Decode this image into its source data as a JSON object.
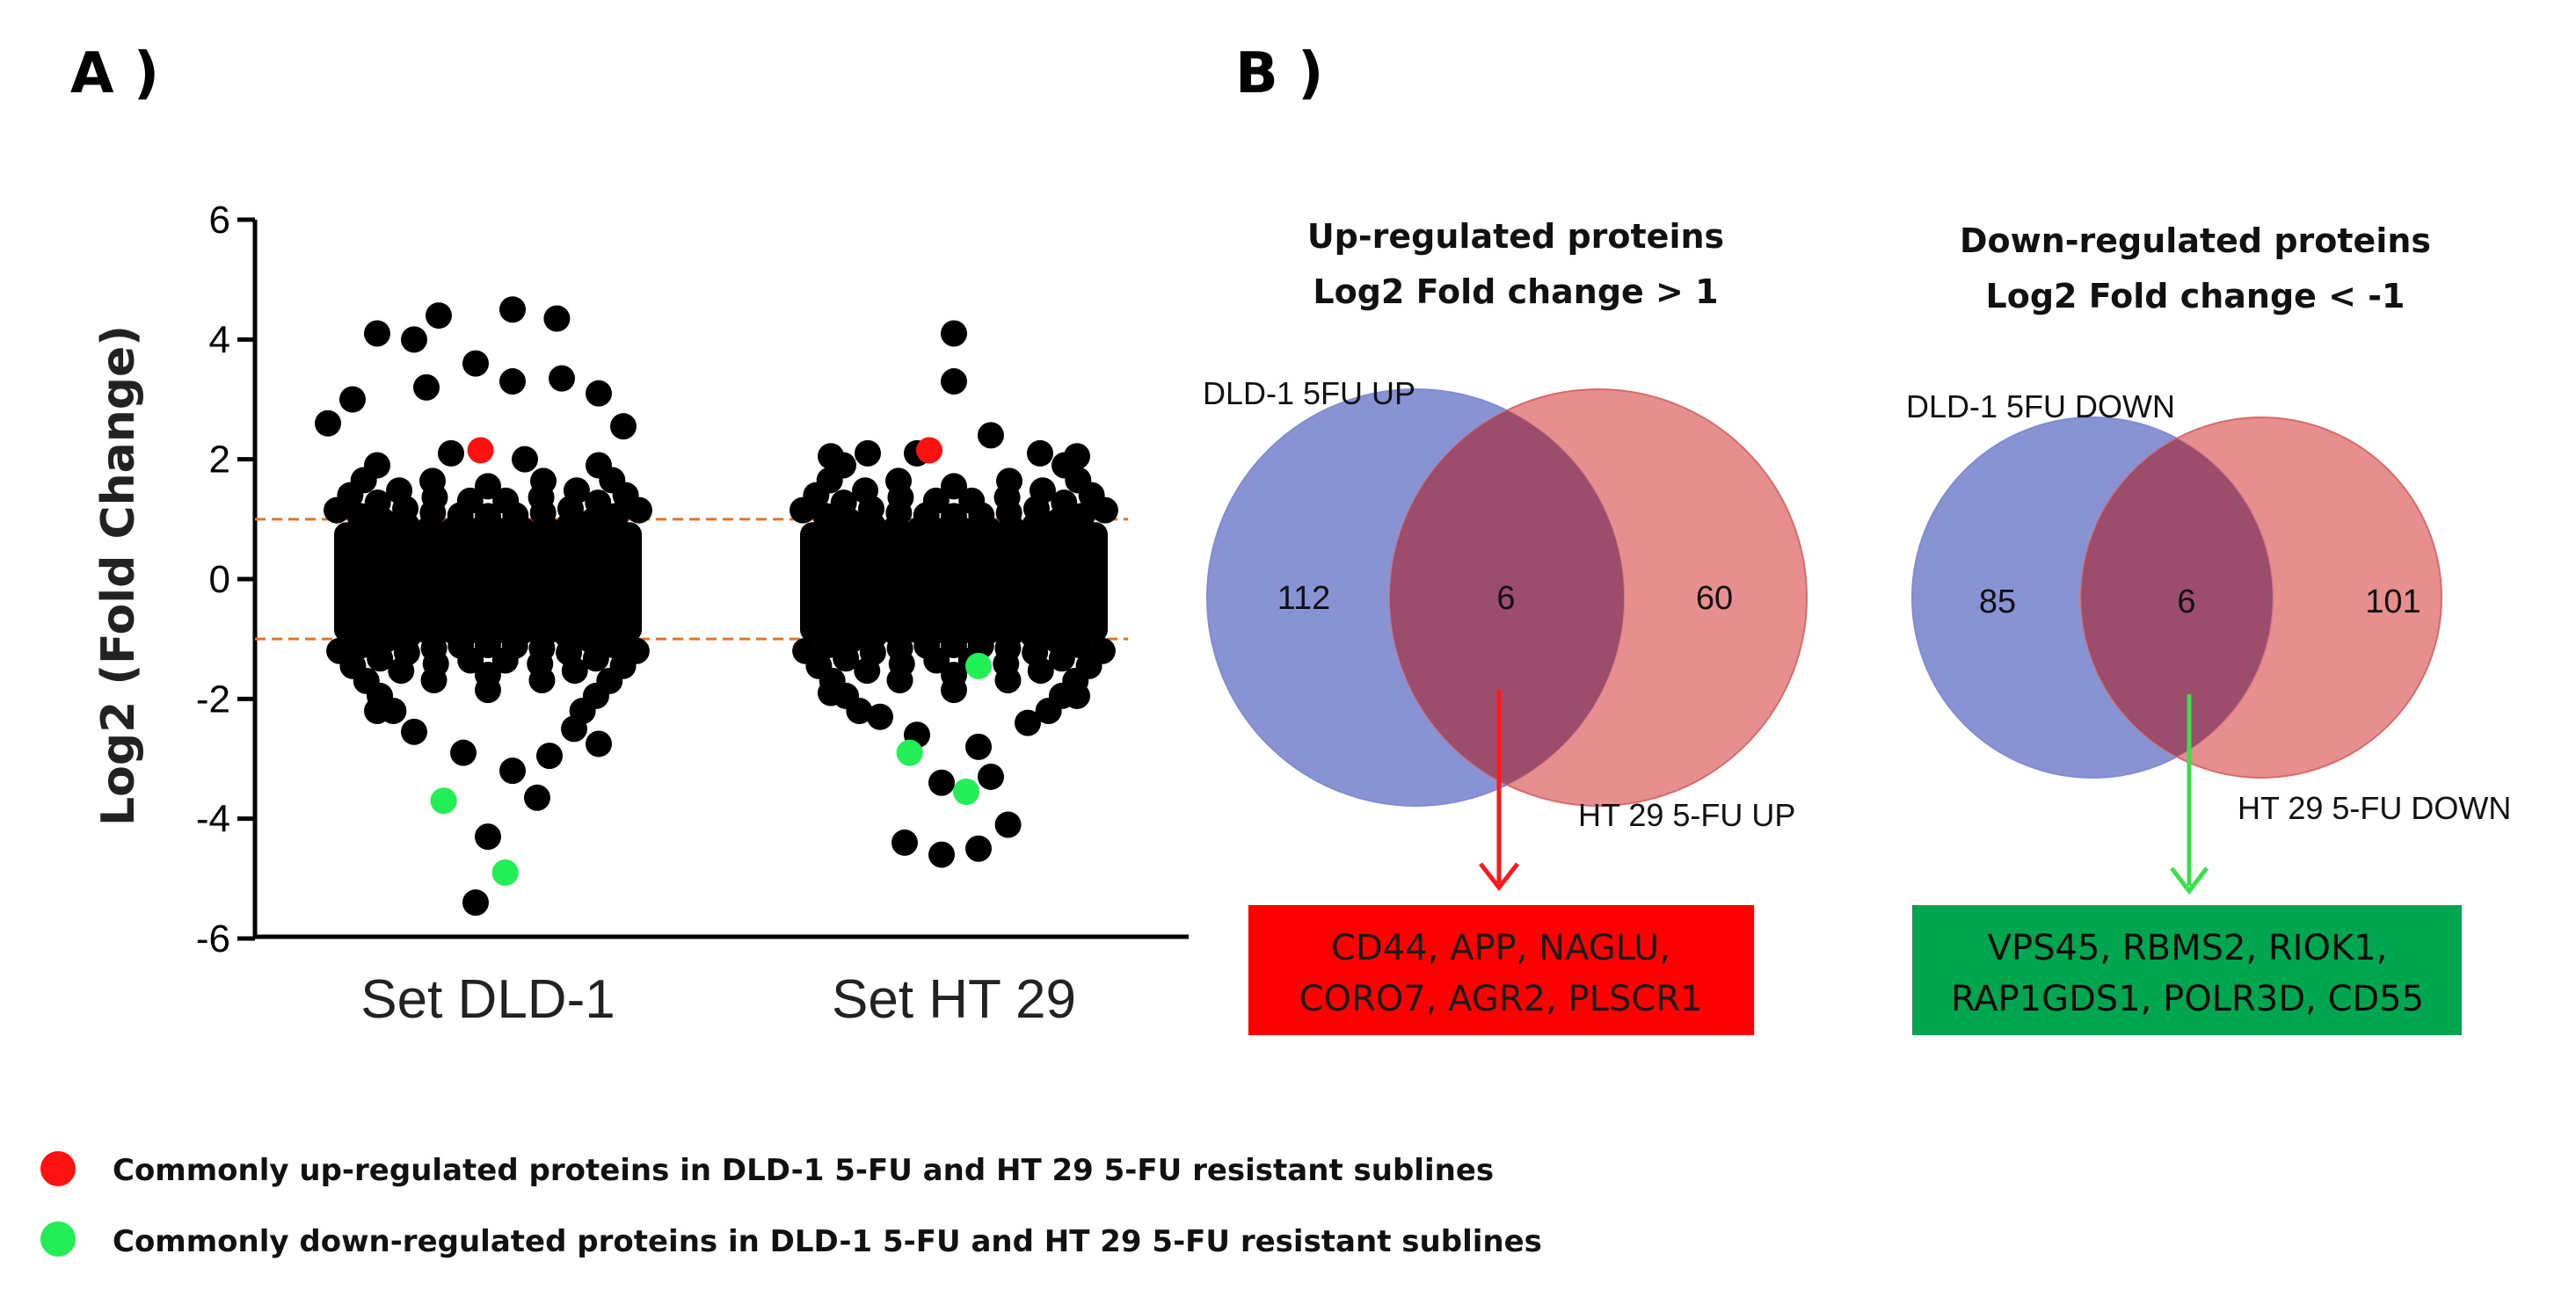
{
  "panels": {
    "a_label": "A )",
    "b_label": "B )"
  },
  "colors": {
    "up": "#ff1111",
    "down": "#22ee55",
    "dots": "#000000",
    "threshold": "#e8731a",
    "venn_left": "#6674c8",
    "venn_right": "#e06e6e",
    "box_up": "#ff0000",
    "box_down": "#00a550"
  },
  "chart_data": {
    "type": "scatter",
    "ylabel": "Log2 (Fold Change)",
    "ylim": [
      -6,
      6
    ],
    "yticks": [
      6,
      4,
      2,
      0,
      -2,
      -4,
      -6
    ],
    "categories": [
      "Set DLD-1",
      "Set HT 29"
    ],
    "thresholds": [
      1,
      -1
    ],
    "series": [
      {
        "category": "Set DLD-1",
        "outliers": [
          {
            "dx": -0.45,
            "y": 4.1
          },
          {
            "dx": -0.3,
            "y": 4.0
          },
          {
            "dx": -0.2,
            "y": 4.4
          },
          {
            "dx": -0.05,
            "y": 3.6
          },
          {
            "dx": 0.1,
            "y": 4.5
          },
          {
            "dx": 0.28,
            "y": 4.35
          },
          {
            "dx": -0.55,
            "y": 3.0
          },
          {
            "dx": -0.25,
            "y": 3.2
          },
          {
            "dx": 0.1,
            "y": 3.3
          },
          {
            "dx": 0.3,
            "y": 3.35
          },
          {
            "dx": -0.65,
            "y": 2.6
          },
          {
            "dx": 0.45,
            "y": 3.1
          },
          {
            "dx": 0.55,
            "y": 2.55
          },
          {
            "dx": -0.15,
            "y": 2.1
          },
          {
            "dx": 0.15,
            "y": 2.0
          },
          {
            "dx": -0.3,
            "y": -2.55
          },
          {
            "dx": -0.1,
            "y": -2.9
          },
          {
            "dx": 0.1,
            "y": -3.2
          },
          {
            "dx": 0.25,
            "y": -2.95
          },
          {
            "dx": 0.45,
            "y": -2.75
          },
          {
            "dx": -0.45,
            "y": -2.2
          },
          {
            "dx": 0.2,
            "y": -3.65
          },
          {
            "dx": 0.0,
            "y": -4.3
          },
          {
            "dx": -0.05,
            "y": -5.4
          },
          {
            "dx": 0.35,
            "y": -2.5
          }
        ],
        "up_highlight": [
          {
            "dx": -0.03,
            "y": 2.15
          }
        ],
        "down_highlight": [
          {
            "dx": -0.18,
            "y": -3.7
          },
          {
            "dx": 0.07,
            "y": -4.9
          }
        ]
      },
      {
        "category": "Set HT 29",
        "outliers": [
          {
            "dx": 0.0,
            "y": 4.1
          },
          {
            "dx": 0.0,
            "y": 3.3
          },
          {
            "dx": 0.15,
            "y": 2.4
          },
          {
            "dx": -0.5,
            "y": 2.05
          },
          {
            "dx": -0.35,
            "y": 2.1
          },
          {
            "dx": 0.35,
            "y": 2.1
          },
          {
            "dx": 0.5,
            "y": 2.05
          },
          {
            "dx": -0.15,
            "y": 2.1
          },
          {
            "dx": -0.5,
            "y": -1.9
          },
          {
            "dx": -0.3,
            "y": -2.3
          },
          {
            "dx": -0.15,
            "y": -2.6
          },
          {
            "dx": 0.1,
            "y": -2.8
          },
          {
            "dx": 0.3,
            "y": -2.4
          },
          {
            "dx": 0.5,
            "y": -1.95
          },
          {
            "dx": -0.05,
            "y": -3.4
          },
          {
            "dx": 0.15,
            "y": -3.3
          },
          {
            "dx": -0.2,
            "y": -4.4
          },
          {
            "dx": -0.05,
            "y": -4.6
          },
          {
            "dx": 0.1,
            "y": -4.5
          },
          {
            "dx": 0.22,
            "y": -4.1
          }
        ],
        "up_highlight": [
          {
            "dx": -0.1,
            "y": 2.15
          }
        ],
        "down_highlight": [
          {
            "dx": -0.18,
            "y": -2.9
          },
          {
            "dx": 0.05,
            "y": -3.55
          },
          {
            "dx": 0.1,
            "y": -1.45
          }
        ]
      }
    ]
  },
  "venn_up": {
    "title_line1": "Up-regulated proteins",
    "title_line2": "Log2 Fold change > 1",
    "left_label": "DLD-1 5FU UP",
    "right_label": "HT 29 5-FU UP",
    "left_count": 112,
    "overlap_count": 6,
    "right_count": 60,
    "box_line1": "CD44, APP, NAGLU,",
    "box_line2": "CORO7, AGR2, PLSCR1"
  },
  "venn_down": {
    "title_line1": "Down-regulated proteins",
    "title_line2": "Log2 Fold change < -1",
    "left_label": "DLD-1 5FU DOWN",
    "right_label": "HT 29 5-FU DOWN",
    "left_count": 85,
    "overlap_count": 6,
    "right_count": 101,
    "box_line1": "VPS45, RBMS2,  RIOK1,",
    "box_line2": "RAP1GDS1, POLR3D, CD55"
  },
  "legend": {
    "up": "Commonly up-regulated proteins in DLD-1 5-FU and HT 29 5-FU resistant sublines",
    "down": "Commonly down-regulated proteins in DLD-1 5-FU and HT 29 5-FU resistant sublines"
  }
}
